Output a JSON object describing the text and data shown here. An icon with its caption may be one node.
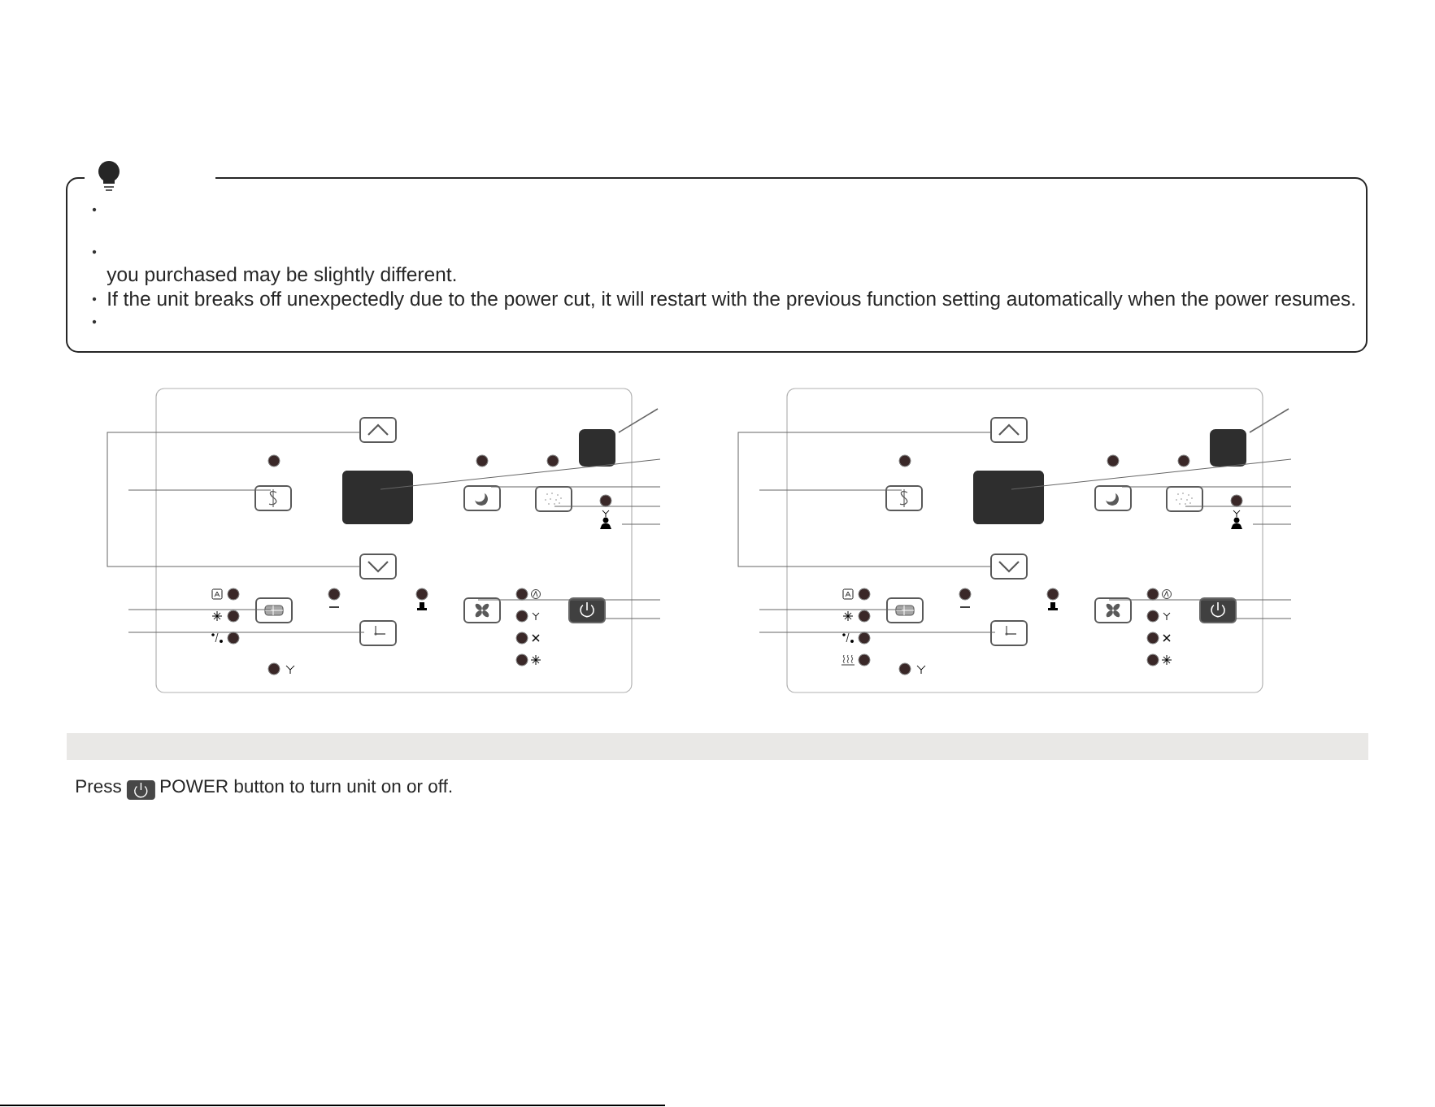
{
  "diagram": {
    "nodes": [
      {
        "text": [
          "you purchased may be slightly different.",
          "If the unit breaks off unexpectedly due to the power cut, it will restart with the previous function setting automatically when the power resumes."
        ]
      },
      {
        "text": [],
        "shape": "bar"
      }
    ],
    "labels": [
      "Press",
      "POWER button to turn unit on or off."
    ]
  }
}
